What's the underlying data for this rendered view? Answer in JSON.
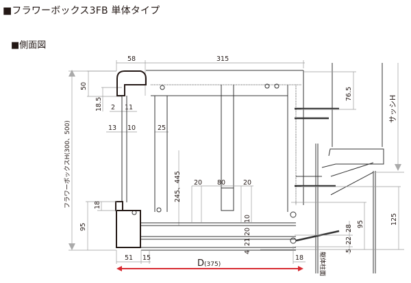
{
  "header": {
    "title": "■フラワーボックス3FB 単体タイプ",
    "subtitle": "■側面図"
  },
  "dimensions": {
    "top_width_box": "58",
    "top_width_total": "315",
    "rim_height": "50",
    "rim_lip": "18.5",
    "gap_2": "2",
    "gap_11": "11",
    "gap_13": "13",
    "gap_10": "10",
    "post_25": "25",
    "inner_height": "245、445",
    "slat_20_left": "20",
    "slat_80": "80",
    "slat_20_right": "20",
    "bottom_18_left": "18",
    "bottom_95_left": "95",
    "floor_10": "10",
    "floor_20": "20",
    "floor_21": "21",
    "floor_4": "4",
    "base_51": "51",
    "base_15": "15",
    "depth_label": "D",
    "depth_value": "(375)",
    "wall_18": "18",
    "right_28": "28",
    "right_22": "22",
    "right_5": "5",
    "right_95": "95",
    "right_125": "125",
    "screw_76_5": "76.5"
  },
  "labels": {
    "flowerbox_height": "フラワーボックスH(300、500)",
    "sash_height": "サッシH",
    "wall_face": "躯体柱面"
  },
  "colors": {
    "depth_arrow": "#d7282f",
    "ink": "#231815",
    "dimension_line": "#9a9a9a"
  }
}
